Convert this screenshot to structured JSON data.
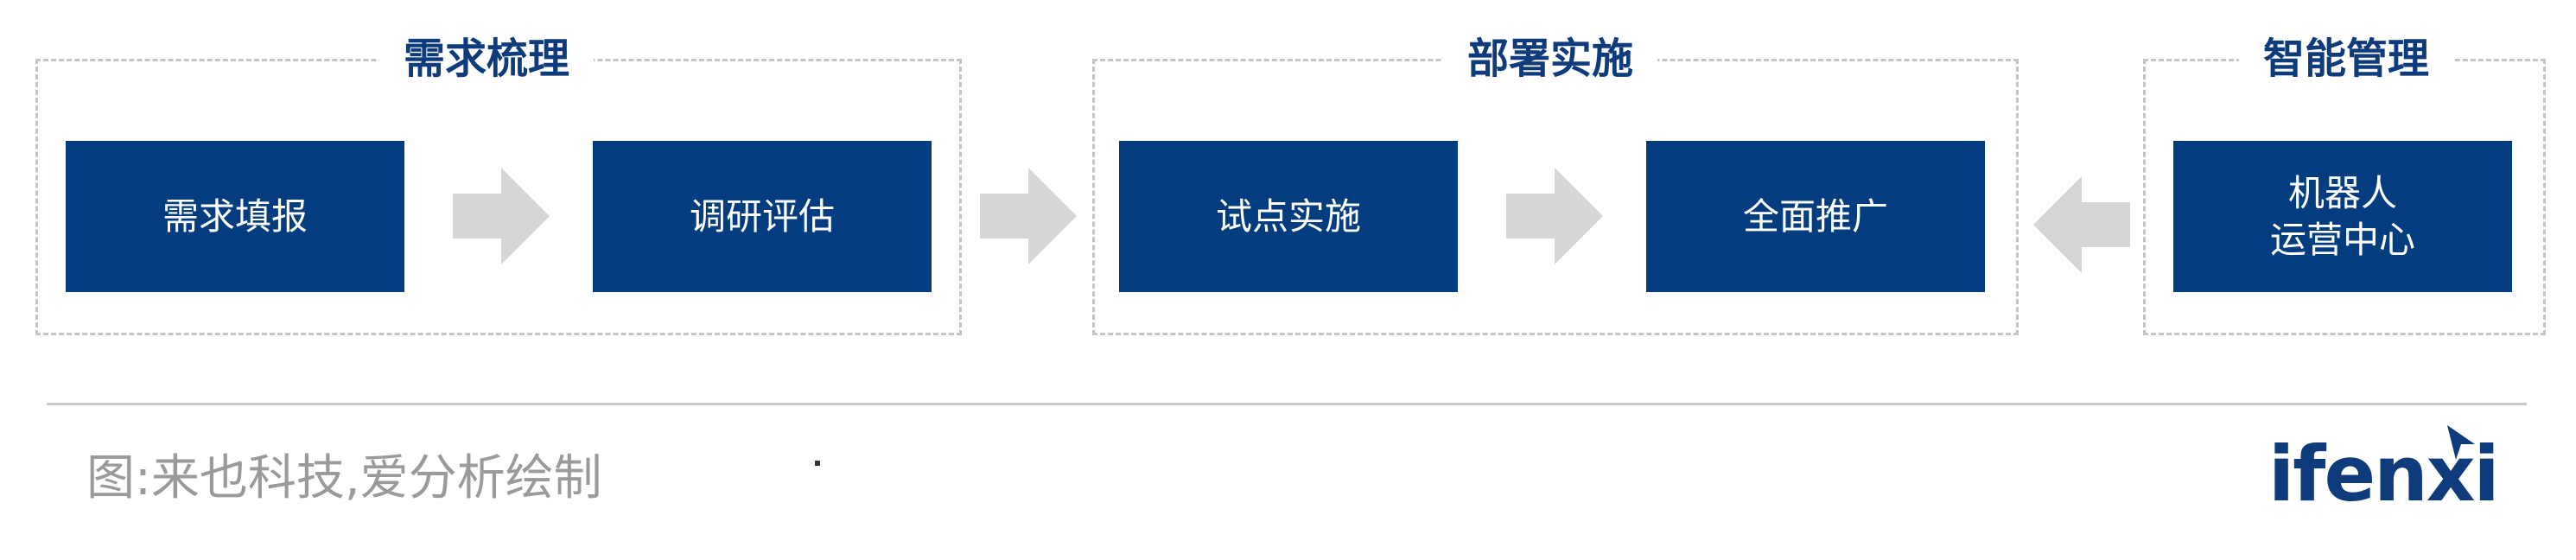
{
  "groups": [
    {
      "title": "需求梳理"
    },
    {
      "title": "部署实施"
    },
    {
      "title": "智能管理"
    }
  ],
  "boxes": [
    {
      "lines": [
        "需求填报"
      ]
    },
    {
      "lines": [
        "调研评估"
      ]
    },
    {
      "lines": [
        "试点实施"
      ]
    },
    {
      "lines": [
        "全面推广"
      ]
    },
    {
      "lines": [
        "机器人",
        "运营中心"
      ]
    }
  ],
  "arrows": [
    {
      "from": "需求填报",
      "to": "调研评估",
      "direction": "right"
    },
    {
      "from": "需求梳理",
      "to": "部署实施",
      "direction": "right"
    },
    {
      "from": "试点实施",
      "to": "全面推广",
      "direction": "right"
    },
    {
      "from": "机器人运营中心",
      "to": "部署实施",
      "direction": "left"
    }
  ],
  "footer": {
    "source": "图:来也科技,爱分析绘制",
    "logo_text": "ifenxi"
  },
  "colors": {
    "box_fill": "#033d80",
    "title_text": "#0e3b7c",
    "arrow_fill": "#d6d6d6",
    "dashed_border": "#c4c4c4",
    "source_text": "#9a9a9a"
  }
}
